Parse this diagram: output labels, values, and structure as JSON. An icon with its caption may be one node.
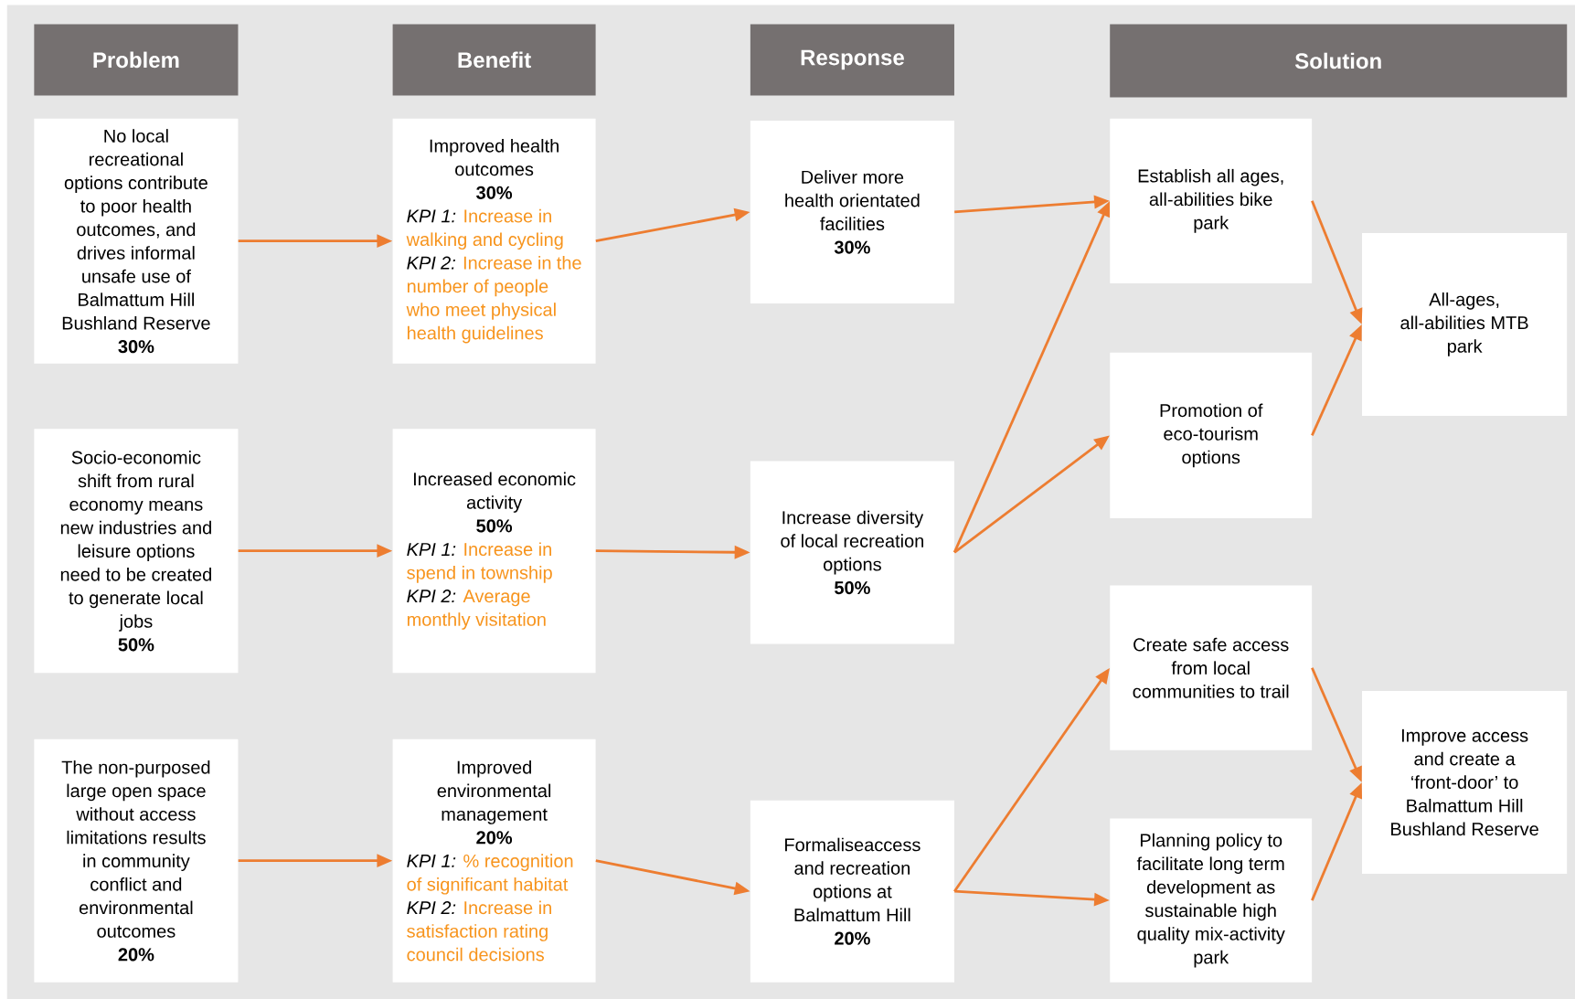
{
  "diagram": {
    "nodes": [
      {
        "text": [
          "Problem"
        ]
      },
      {
        "text": [
          "Benefit"
        ]
      },
      {
        "text": [
          "Response"
        ]
      },
      {
        "text": [
          "Solution"
        ]
      },
      {
        "text": [
          "No local recreational options contribute to poor health outcomes, and drives informal unsafe use of Balmattum Hill Bushland Reserve",
          "30%"
        ]
      },
      {
        "text": [
          "Socio-economic shift from rural economy means new industries and leisure options need to be created to generate local jobs",
          "50%"
        ]
      },
      {
        "text": [
          "The non-purposed large open space without access limitations results in community conflict and environmental outcomes",
          "20%"
        ]
      },
      {
        "text": [
          "Improved health outcomes",
          "30%",
          "KPI 1:",
          "Increase in walking and cycling",
          "KPI 2:",
          "Increase in the number of people who meet physical health guidelines"
        ]
      },
      {
        "text": [
          "Increased economic activity",
          "50%",
          "KPI 1:",
          "Increase in spend in township",
          "KPI 2:",
          "Average monthly visitation"
        ]
      },
      {
        "text": [
          "Improved environmental management",
          "20%",
          "KPI 1:",
          "% recognition of significant habitat",
          "KPI 2:",
          "Increase in satisfaction rating council decisions"
        ]
      },
      {
        "text": [
          "Deliver more health orientated facilities",
          "30%"
        ]
      },
      {
        "text": [
          "Increase diversity of local recreation options",
          "50%"
        ]
      },
      {
        "text": [
          "Formaliseaccess and recreation options at Balmattum Hill",
          "20%"
        ]
      },
      {
        "text": [
          "Establish all ages, all-abilities bike park"
        ]
      },
      {
        "text": [
          "Promotion of eco-tourism options"
        ]
      },
      {
        "text": [
          "Create safe access from local communities to trail"
        ]
      },
      {
        "text": [
          "Planning policy to facilitate long term development as sustainable high quality mix-activity park"
        ]
      },
      {
        "text": [
          "All-ages, all-abilities MTB park"
        ]
      },
      {
        "text": [
          "Improve access and create a ‘front-door’ to Balmattum Hill Bushland Reserve"
        ]
      }
    ],
    "edges": [
      {
        "from": 4,
        "to": 7,
        "arrow": "to"
      },
      {
        "from": 5,
        "to": 8,
        "arrow": "to"
      },
      {
        "from": 6,
        "to": 9,
        "arrow": "to"
      },
      {
        "from": 7,
        "to": 10,
        "arrow": "to"
      },
      {
        "from": 8,
        "to": 11,
        "arrow": "to"
      },
      {
        "from": 9,
        "to": 12,
        "arrow": "to"
      },
      {
        "from": 10,
        "to": 13,
        "arrow": "to"
      },
      {
        "from": 11,
        "to": 13,
        "arrow": "to"
      },
      {
        "from": 11,
        "to": 14,
        "arrow": "to"
      },
      {
        "from": 12,
        "to": 15,
        "arrow": "to"
      },
      {
        "from": 12,
        "to": 16,
        "arrow": "to"
      },
      {
        "from": 13,
        "to": 17,
        "arrow": "to"
      },
      {
        "from": 14,
        "to": 17,
        "arrow": "to"
      },
      {
        "from": 15,
        "to": 18,
        "arrow": "to"
      },
      {
        "from": 16,
        "to": 18,
        "arrow": "to"
      }
    ]
  }
}
